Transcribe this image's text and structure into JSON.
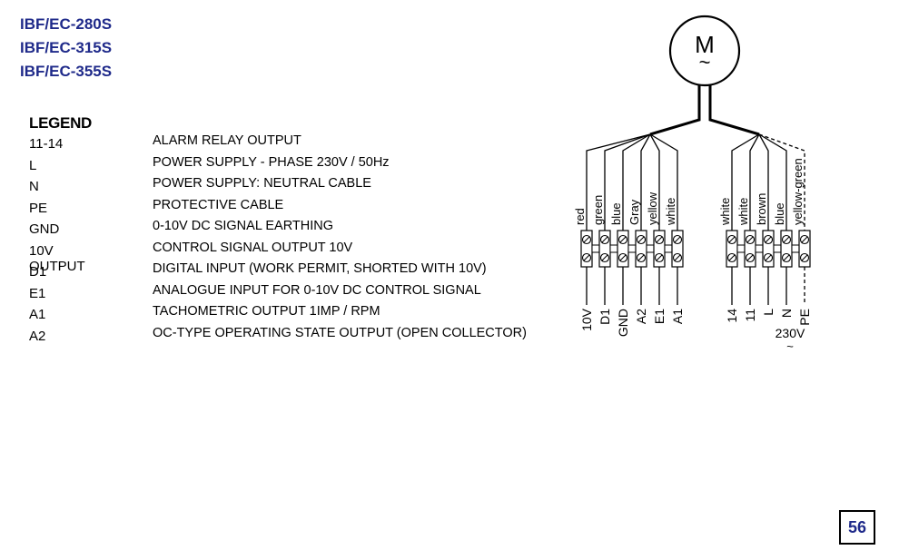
{
  "models": [
    "IBF/EC-280S",
    "IBF/EC-315S",
    "IBF/EC-355S"
  ],
  "legend": {
    "title": "LEGEND",
    "rows": [
      {
        "code": "11-14",
        "desc": "ALARM RELAY OUTPUT"
      },
      {
        "code": "L",
        "desc": "POWER SUPPLY - PHASE 230V / 50Hz"
      },
      {
        "code": "N",
        "desc": "POWER SUPPLY: NEUTRAL CABLE"
      },
      {
        "code": "PE",
        "desc": "PROTECTIVE CABLE"
      },
      {
        "code": "GND",
        "desc": "0-10V DC SIGNAL EARTHING"
      },
      {
        "code": "10V OUTPUT",
        "desc": "CONTROL SIGNAL OUTPUT 10V"
      },
      {
        "code": "D1",
        "desc": "DIGITAL INPUT (WORK PERMIT, SHORTED WITH 10V)"
      },
      {
        "code": "E1",
        "desc": "ANALOGUE INPUT FOR 0-10V DC CONTROL SIGNAL"
      },
      {
        "code": "A1",
        "desc": "TACHOMETRIC OUTPUT 1IMP / RPM"
      },
      {
        "code": "A2",
        "desc": "OC-TYPE OPERATING STATE OUTPUT (OPEN COLLECTOR)"
      }
    ]
  },
  "motor": {
    "symbol": "M",
    "tilde": "~"
  },
  "wires_left": [
    "red",
    "green",
    "blue",
    "Gray",
    "yellow",
    "white"
  ],
  "terminals_left": [
    "10V",
    "D1",
    "GND",
    "A2",
    "E1",
    "A1"
  ],
  "wires_right": [
    "white",
    "white",
    "brown",
    "blue",
    "yellow-green"
  ],
  "terminals_right": [
    "14",
    "11",
    "L",
    "N",
    "PE"
  ],
  "supply_label": "230V",
  "supply_tilde": "~",
  "page_number": "56",
  "colors": {
    "accent": "#1f2a8a"
  }
}
